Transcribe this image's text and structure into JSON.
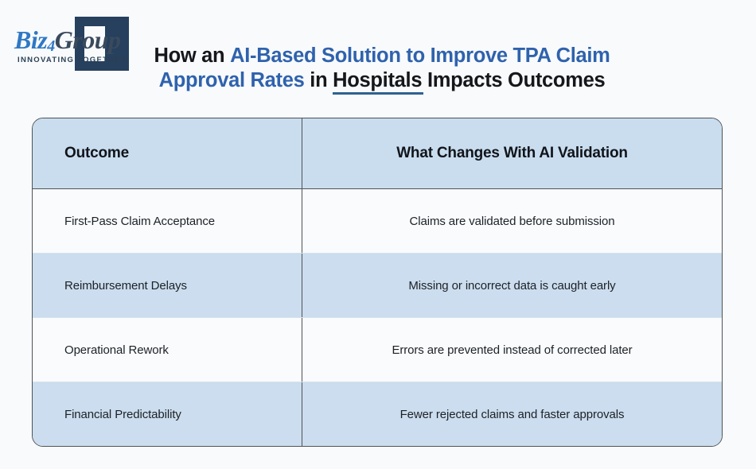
{
  "brand": {
    "logo_biz": "Biz",
    "logo_four": "4",
    "logo_group": "Group",
    "tagline": "INNOVATING TOGETHER",
    "brand_blue": "#2f78c4",
    "brand_navy": "#26405e"
  },
  "header": {
    "title_pre": "How an ",
    "title_highlight": "AI-Based Solution to Improve TPA Claim Approval Rates",
    "title_post": " in Hospitals Impacts Outcomes",
    "title_line1_pre": "How an ",
    "title_line1_hl": "AI-Based Solution to Improve TPA Claim",
    "title_line2_hl": "Approval Rates",
    "title_line2_post": " in Hospitals Impacts Outcomes",
    "accent_color": "#2f62ad",
    "rule_color": "#2f6292"
  },
  "table": {
    "columns": [
      "Outcome",
      "What Changes With AI Validation"
    ],
    "header_bg": "#c9ddee",
    "stripe_bg": "#cbddee",
    "base_bg": "#f9fbfd",
    "border_color": "#4f5358",
    "rows": [
      {
        "outcome": "First-Pass Claim Acceptance",
        "change": "Claims are validated before submission"
      },
      {
        "outcome": "Reimbursement Delays",
        "change": "Missing or incorrect data is caught early"
      },
      {
        "outcome": "Operational Rework",
        "change": "Errors are prevented instead of corrected later"
      },
      {
        "outcome": "Financial Predictability",
        "change": "Fewer rejected claims and faster approvals"
      }
    ]
  }
}
